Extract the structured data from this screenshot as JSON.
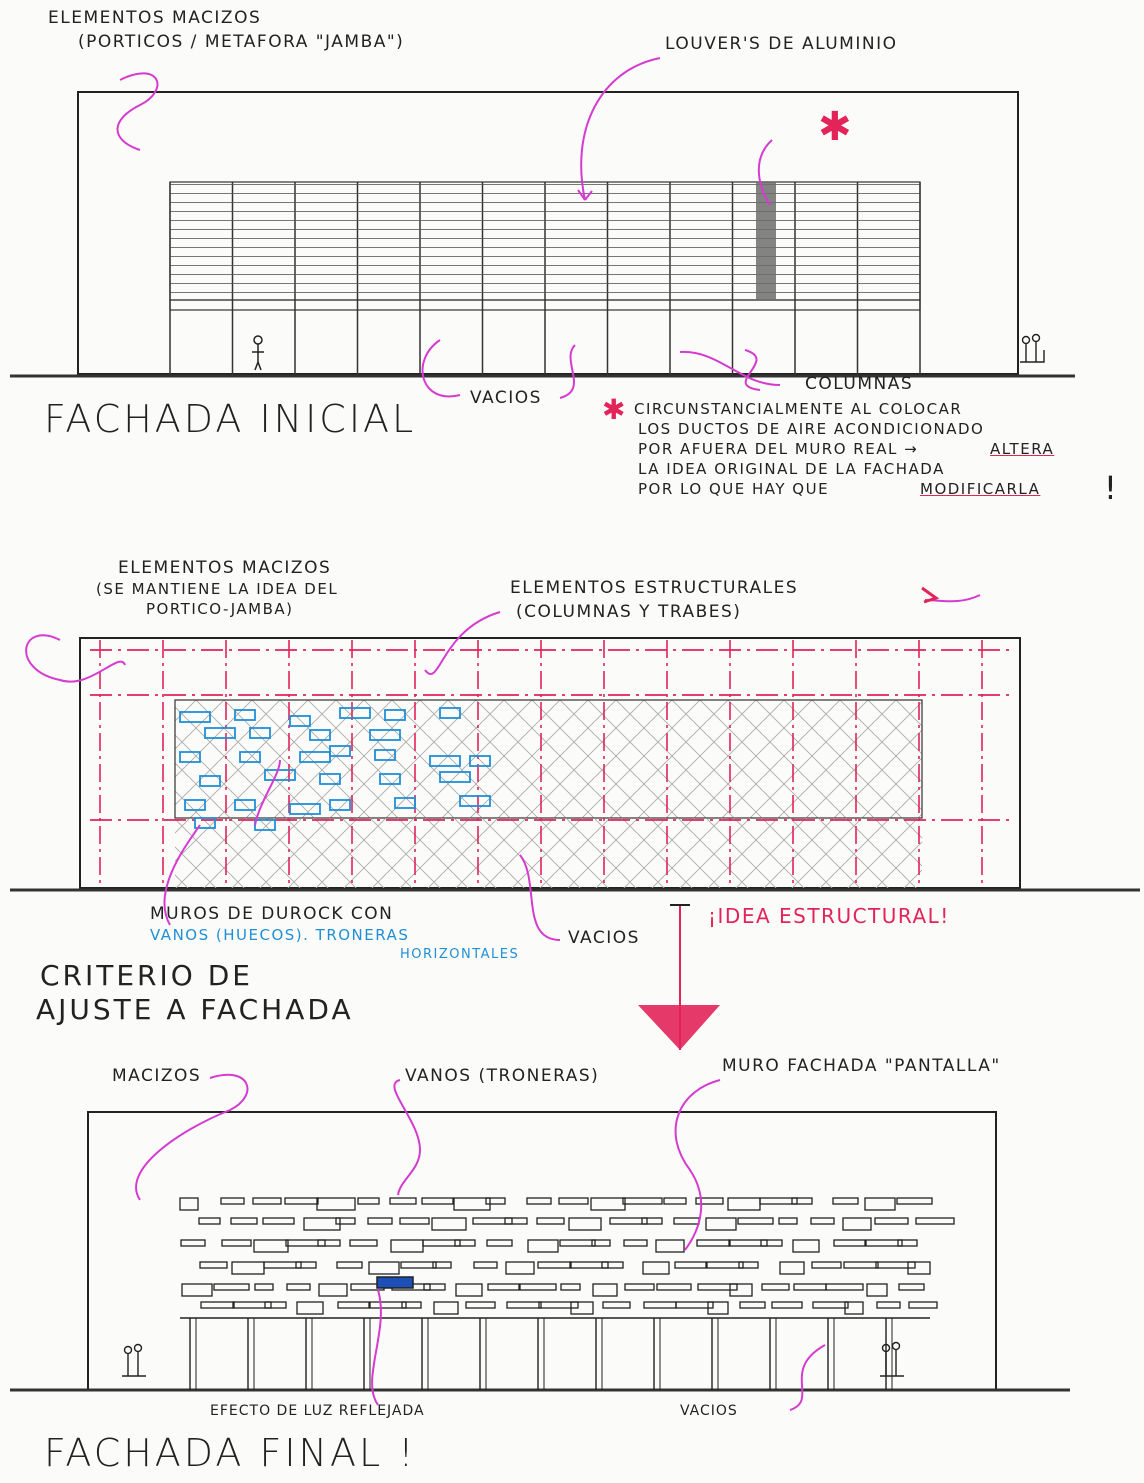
{
  "section1": {
    "label_macizos_1": "ELEMENTOS MACIZOS",
    "label_macizos_2": "(PORTICOS / METAFORA \"JAMBA\")",
    "label_louvers": "LOUVER'S DE ALUMINIO",
    "label_asterisk": "✱",
    "label_vacios": "VACIOS",
    "label_columnas": "COLUMNAS",
    "title": "FACHADA INICIAL",
    "note_lines": [
      "CIRCUNSTANCIALMENTE AL COLOCAR",
      "LOS DUCTOS DE AIRE ACONDICIONADO",
      "POR AFUERA DEL MURO REAL →",
      "LA IDEA ORIGINAL DE LA FACHADA",
      "POR LO QUE HAY QUE"
    ],
    "note_altera": "ALTERA",
    "note_modificarla": "MODIFICARLA",
    "note_exclaim": "!"
  },
  "section2": {
    "label_macizos_1": "ELEMENTOS MACIZOS",
    "label_macizos_2": "(SE MANTIENE LA IDEA DEL",
    "label_macizos_3": "PORTICO-JAMBA)",
    "label_estructurales_1": "ELEMENTOS ESTRUCTURALES",
    "label_estructurales_2": "(COLUMNAS Y TRABES)",
    "label_muros_1": "MUROS DE DUROCK CON",
    "label_muros_2": "VANOS (HUECOS). TRONERAS",
    "label_muros_3": "HORIZONTALES",
    "label_vacios": "VACIOS",
    "label_idea": "¡IDEA ESTRUCTURAL!",
    "title_1": "CRITERIO DE",
    "title_2": "AJUSTE A FACHADA"
  },
  "section3": {
    "label_macizos": "MACIZOS",
    "label_vanos": "VANOS (TRONERAS)",
    "label_muro": "MURO FACHADA \"PANTALLA\"",
    "label_efecto": "EFECTO DE LUZ REFLEJADA",
    "label_vacios": "VACIOS",
    "title": "FACHADA FINAL !"
  },
  "colors": {
    "ink": "#222222",
    "magenta": "#d63bd0",
    "red": "#e2245a",
    "blue": "#1f8fd6",
    "dark_blue": "#1d4fb8",
    "hatch": "#9a9a9a"
  }
}
